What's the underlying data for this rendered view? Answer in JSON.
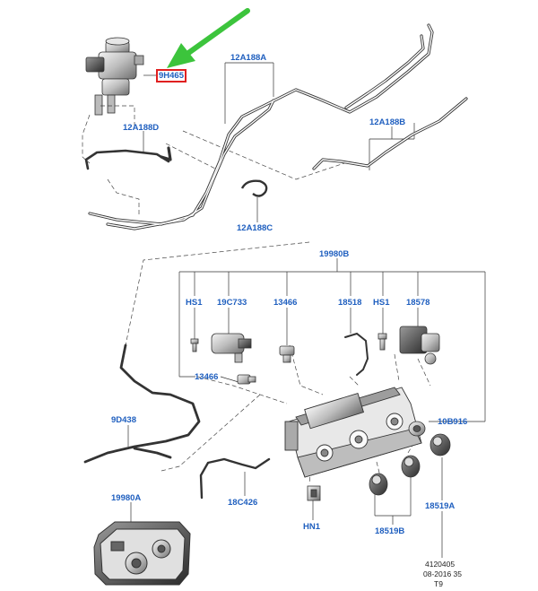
{
  "labels": {
    "p9H465": "9H465",
    "p12A188A": "12A188A",
    "p12A188B": "12A188B",
    "p12A188C": "12A188C",
    "p12A188D": "12A188D",
    "p19980B": "19980B",
    "hs1_a": "HS1",
    "p19C733": "19C733",
    "p13466_top": "13466",
    "p18518": "18518",
    "hs1_b": "HS1",
    "p18578": "18578",
    "p13466_left": "13466",
    "p10B916": "10B916",
    "p9D438": "9D438",
    "p19980A": "19980A",
    "p18C426": "18C426",
    "hn1": "HN1",
    "p18519B": "18519B",
    "p18519A": "18519A"
  },
  "footer": {
    "line1": "4120405",
    "line2": "08-2016 35",
    "line3": "T9"
  },
  "colors": {
    "label_blue": "#1f5fbf",
    "highlight_red": "#e02020",
    "pointer_arrow_green": "#3cc43c",
    "line_gray": "#333333"
  }
}
